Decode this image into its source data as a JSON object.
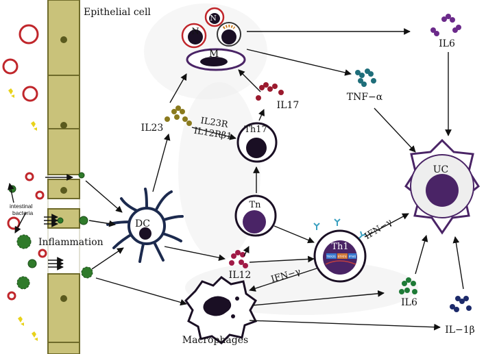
{
  "labels": {
    "epithelial_cell": "Epithelial cell",
    "n1": "N",
    "n2": "N",
    "m": "M",
    "il6_top": "IL6",
    "tnf": "TNF−α",
    "il17": "IL17",
    "il23": "IL23",
    "il23r": "IL23R",
    "il12rb1": "IL12Rβ1",
    "th17": "Th17",
    "tn": "Tn",
    "uc": "UC",
    "dc": "DC",
    "il12": "IL12",
    "th1": "Th1",
    "ifn_right": "IFN−γ",
    "ifn_left": "IFN−γ",
    "intestinal": "intestinal",
    "bacteria": "bacteria",
    "inflammation": "Inflammation",
    "il6_bottom": "IL6",
    "il1b": "IL−1β",
    "macrophages": "Macrophages",
    "th1_gene_1": "TBX21",
    "th1_gene_2": "STAT4",
    "th1_gene_3": "IFNG"
  },
  "colors": {
    "epithelium": "#c9c27a",
    "epithelium_border": "#6e6a2a",
    "nucleus_dot": "#5a5a1e",
    "purple": "#4a2466",
    "cell_dark": "#1a0f24",
    "red_ring": "#c0262b",
    "bacteria_green": "#2f7a2a",
    "il6_top": "#6b2a8a",
    "tnf": "#1f6e7a",
    "il17": "#9b1a2e",
    "il23": "#8a7a1e",
    "il12": "#a01a46",
    "il6_bottom": "#1e7a36",
    "il1b": "#1c2a6a",
    "yellow_particle": "#e8d21a"
  }
}
